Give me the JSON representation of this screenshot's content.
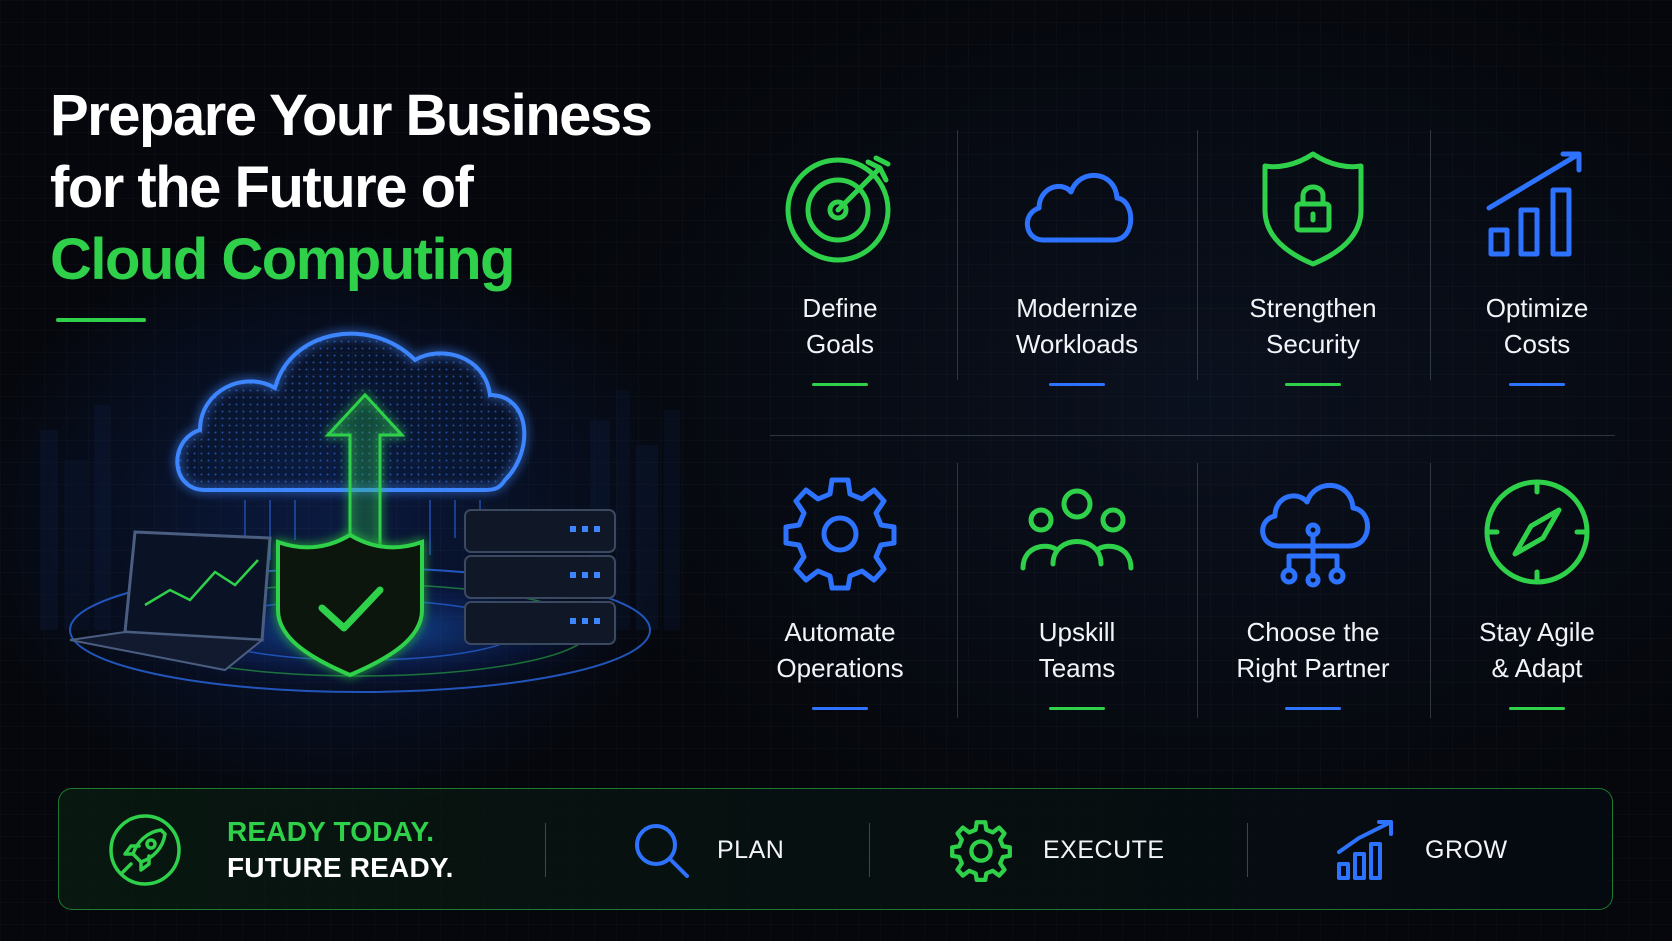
{
  "headline": {
    "line1": "Prepare Your Business",
    "line2": "for the Future of",
    "line3": "Cloud Computing"
  },
  "colors": {
    "green": "#2fd14a",
    "blue": "#2d73ff",
    "background": "#05070c"
  },
  "steps": [
    {
      "line1": "Define",
      "line2": "Goals",
      "icon": "target-icon",
      "accent": "green"
    },
    {
      "line1": "Modernize",
      "line2": "Workloads",
      "icon": "cloud-icon",
      "accent": "blue"
    },
    {
      "line1": "Strengthen",
      "line2": "Security",
      "icon": "shield-lock-icon",
      "accent": "green"
    },
    {
      "line1": "Optimize",
      "line2": "Costs",
      "icon": "growth-chart-icon",
      "accent": "blue"
    },
    {
      "line1": "Automate",
      "line2": "Operations",
      "icon": "gear-icon",
      "accent": "blue"
    },
    {
      "line1": "Upskill",
      "line2": "Teams",
      "icon": "team-icon",
      "accent": "green"
    },
    {
      "line1": "Choose the",
      "line2": "Right Partner",
      "icon": "cloud-network-icon",
      "accent": "blue"
    },
    {
      "line1": "Stay Agile",
      "line2": "& Adapt",
      "icon": "compass-icon",
      "accent": "green"
    }
  ],
  "footer": {
    "tagline_line1": "READY TODAY.",
    "tagline_line2": "FUTURE READY.",
    "items": [
      {
        "label": "PLAN",
        "icon": "magnifier-icon"
      },
      {
        "label": "EXECUTE",
        "icon": "gear-icon"
      },
      {
        "label": "GROW",
        "icon": "growth-chart-icon"
      }
    ],
    "rocket_icon": "rocket-icon"
  }
}
